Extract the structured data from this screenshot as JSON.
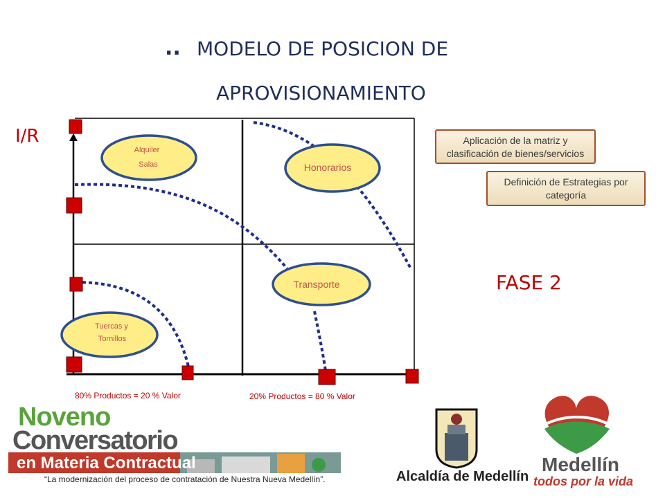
{
  "title": {
    "bullet": "..",
    "line1": "MODELO DE POSICION DE",
    "line2": "APROVISIONAMIENTO"
  },
  "axis_label": "I/R",
  "phase_label": "FASE  2",
  "boxes": {
    "matrix_classification": "Aplicación de la matriz y clasificación de bienes/servicios",
    "strategies": "Definición de Estrategias por categoría"
  },
  "ovals": {
    "alquiler_line1": "Alquiler",
    "alquiler_line2": "Salas",
    "honorarios": "Honorarios",
    "transporte": "Transporte",
    "tuercas_line1": "Tuercas y",
    "tuercas_line2": "Tornillos"
  },
  "captions": {
    "left": "80% Productos  = 20 % Valor",
    "right": "20% Productos  = 80 % Valor"
  },
  "banner": {
    "noveno": "Noveno",
    "conversatorio": "Conversatorio",
    "materia": "en Materia Contractual",
    "quote": "“La modernización del proceso de contratación de Nuestra Nueva Medellín”."
  },
  "logos": {
    "alcaldia": "Alcaldía de Medellín",
    "medellin": "Medellín",
    "medellin_sub": "todos por la vida"
  },
  "colors": {
    "title": "#1f2d5c",
    "accent_red": "#c00000",
    "marker_fill": "#cc0000",
    "dash_line": "#1f2d8c",
    "oval_fill": "#ffee88",
    "oval_stroke": "#2e4f8f",
    "box_border": "#a0522d"
  }
}
